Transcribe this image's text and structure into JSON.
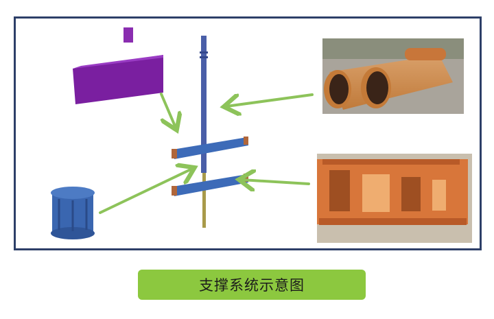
{
  "caption": "支撑系统示意图",
  "colors": {
    "frame_border": "#2d3f68",
    "arrow": "#8dc35a",
    "caption_bg": "#8cc83f",
    "steel_blue": "#3d6bb8",
    "purple_part": "#7a1fa0",
    "orange_steel": "#e08a3c"
  },
  "icons": [
    "purple-bracket-part",
    "steel-column",
    "crossbeam-upper",
    "crossbeam-lower",
    "steel-cylinder-base",
    "steel-pipes-photo",
    "steel-frames-photo"
  ]
}
